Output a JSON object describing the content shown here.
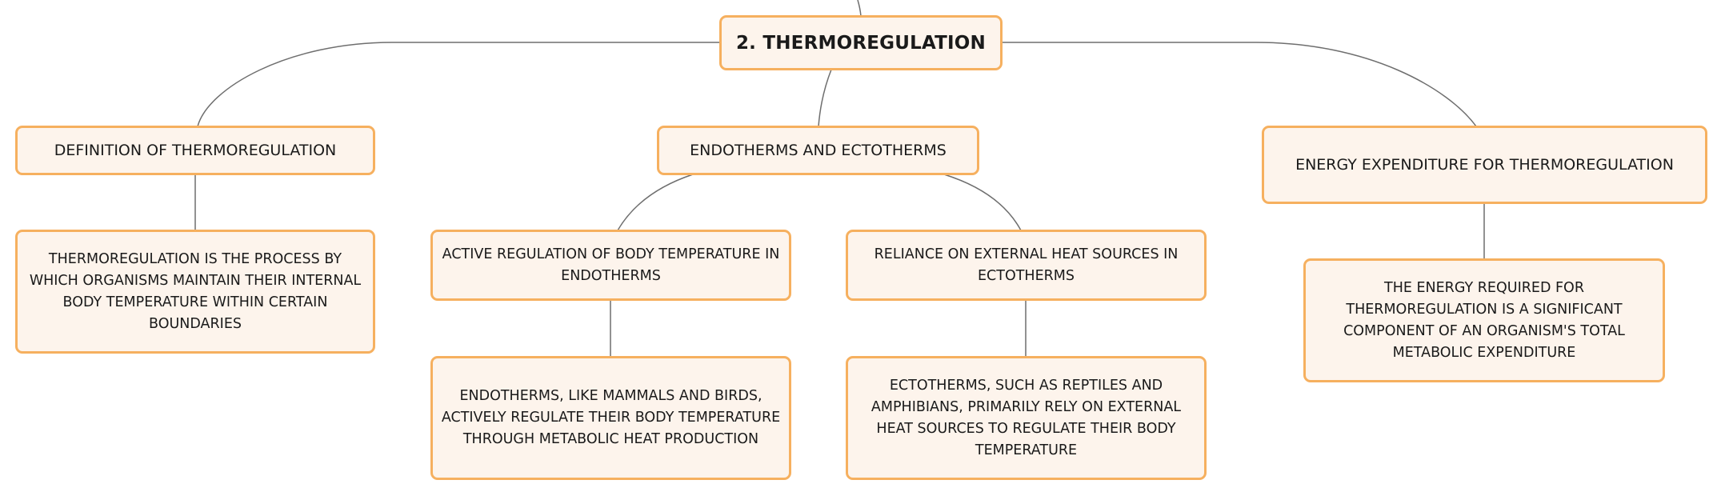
{
  "root": {
    "label": "2. THERMOREGULATION"
  },
  "branches": [
    {
      "label": "DEFINITION OF THERMOREGULATION",
      "detail": "THERMOREGULATION IS THE PROCESS BY WHICH ORGANISMS MAINTAIN THEIR INTERNAL BODY TEMPERATURE WITHIN CERTAIN BOUNDARIES"
    },
    {
      "label": "ENDOTHERMS AND ECTOTHERMS",
      "children": [
        {
          "label": "ACTIVE REGULATION OF BODY TEMPERATURE IN ENDOTHERMS",
          "detail": "ENDOTHERMS, LIKE MAMMALS AND BIRDS, ACTIVELY REGULATE THEIR BODY TEMPERATURE THROUGH METABOLIC HEAT PRODUCTION"
        },
        {
          "label": "RELIANCE ON EXTERNAL HEAT SOURCES IN ECTOTHERMS",
          "detail": "ECTOTHERMS, SUCH AS REPTILES AND AMPHIBIANS, PRIMARILY RELY ON EXTERNAL HEAT SOURCES TO REGULATE THEIR BODY TEMPERATURE"
        }
      ]
    },
    {
      "label": "ENERGY EXPENDITURE FOR THERMOREGULATION",
      "detail": "THE ENERGY REQUIRED FOR THERMOREGULATION IS A SIGNIFICANT COMPONENT OF AN ORGANISM'S TOTAL METABOLIC EXPENDITURE"
    }
  ],
  "colors": {
    "node_fill": "#fdf4ec",
    "node_border": "#f6b05f",
    "connector": "#6e6e6e"
  }
}
